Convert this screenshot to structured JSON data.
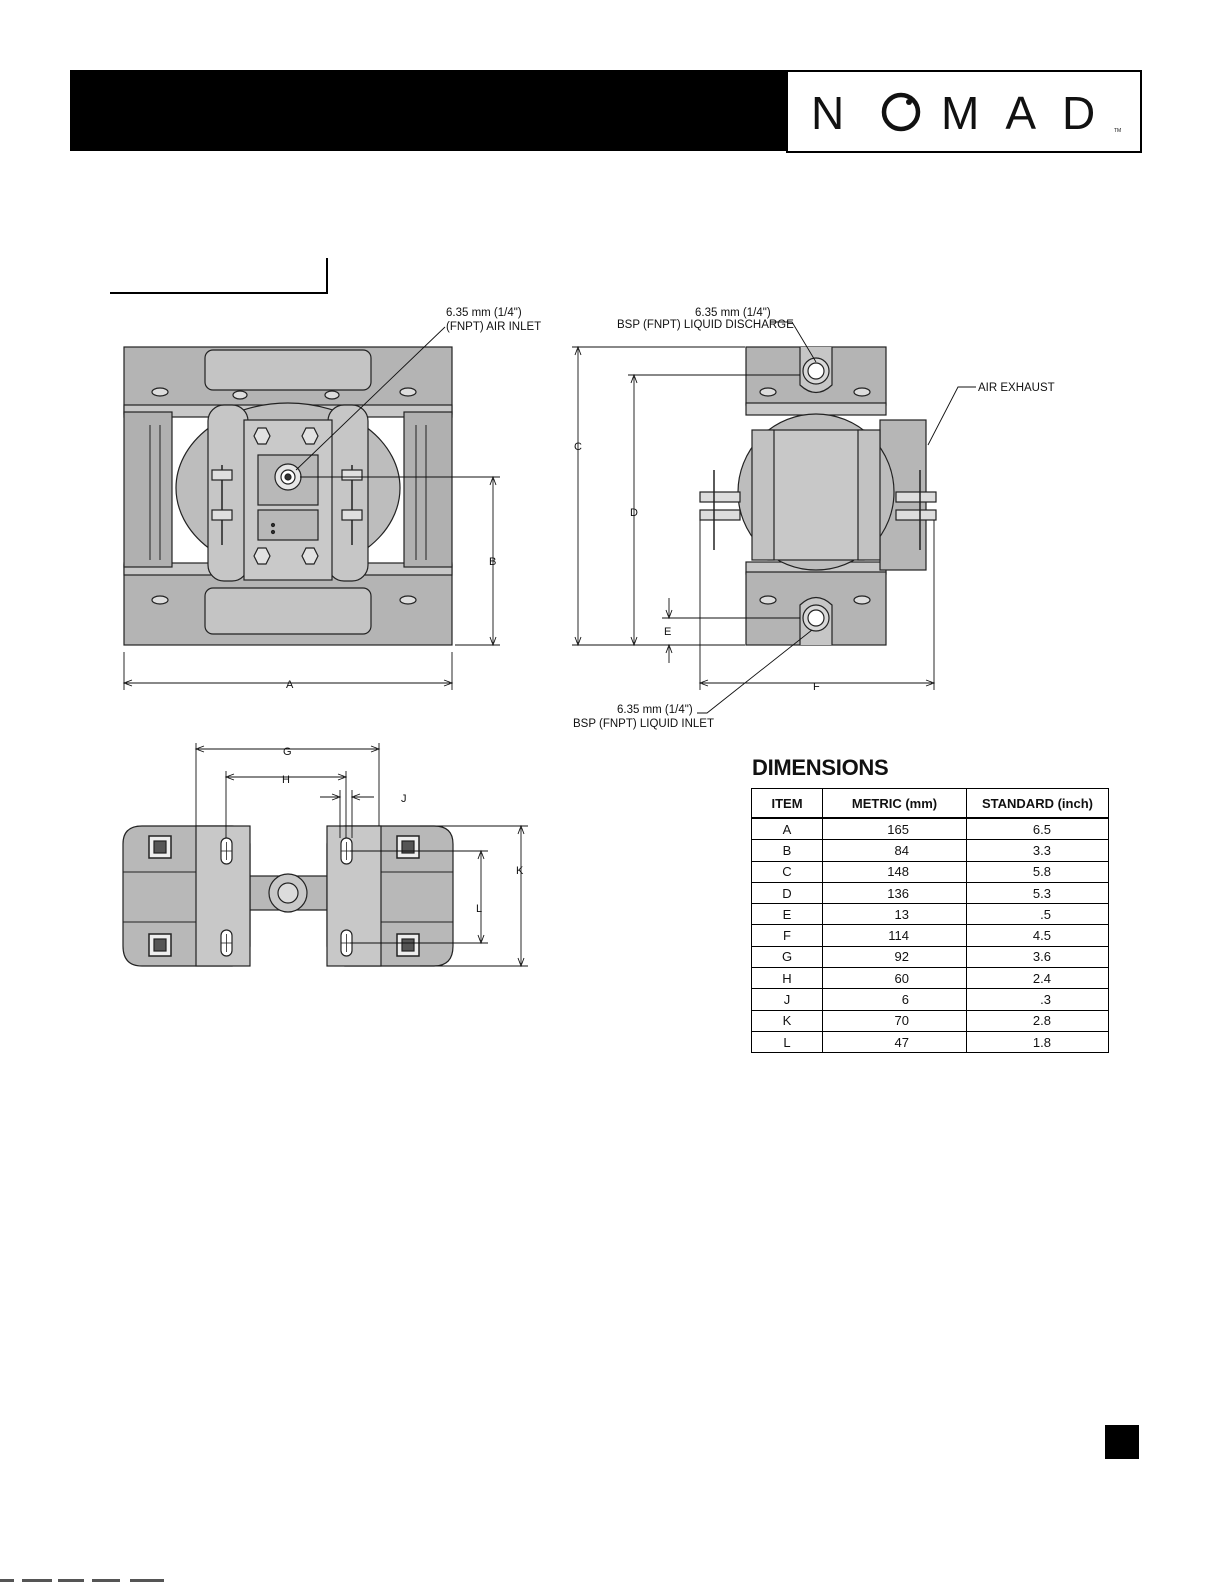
{
  "brand": {
    "logo_text": "NOMAD",
    "trademark": "TM"
  },
  "callouts": {
    "air_inlet_line1": "6.35 mm (1/4\")",
    "air_inlet_line2": "(FNPT) AIR INLET",
    "discharge_line1": "6.35 mm (1/4\")",
    "discharge_line2": "BSP (FNPT) LIQUID DISCHARGE",
    "air_exhaust": "AIR EXHAUST",
    "inlet_line1": "6.35 mm (1/4\")",
    "inlet_line2": "BSP (FNPT) LIQUID INLET"
  },
  "dim_letters": {
    "A": "A",
    "B": "B",
    "C": "C",
    "D": "D",
    "E": "E",
    "F": "F",
    "G": "G",
    "H": "H",
    "J": "J",
    "K": "K",
    "L": "L"
  },
  "dimensions": {
    "title": "DIMENSIONS",
    "headers": [
      "ITEM",
      "METRIC (mm)",
      "STANDARD (inch)"
    ],
    "rows": [
      [
        "A",
        "165",
        "6.5"
      ],
      [
        "B",
        "84",
        "3.3"
      ],
      [
        "C",
        "148",
        "5.8"
      ],
      [
        "D",
        "136",
        "5.3"
      ],
      [
        "E",
        "13",
        ".5"
      ],
      [
        "F",
        "114",
        "4.5"
      ],
      [
        "G",
        "92",
        "3.6"
      ],
      [
        "H",
        "60",
        "2.4"
      ],
      [
        "J",
        "6",
        ".3"
      ],
      [
        "K",
        "70",
        "2.8"
      ],
      [
        "L",
        "47",
        "1.8"
      ]
    ]
  },
  "colors": {
    "body_gray": "#b4b4b4",
    "dark_gray": "#8c8c8c",
    "ink": "#111111"
  }
}
